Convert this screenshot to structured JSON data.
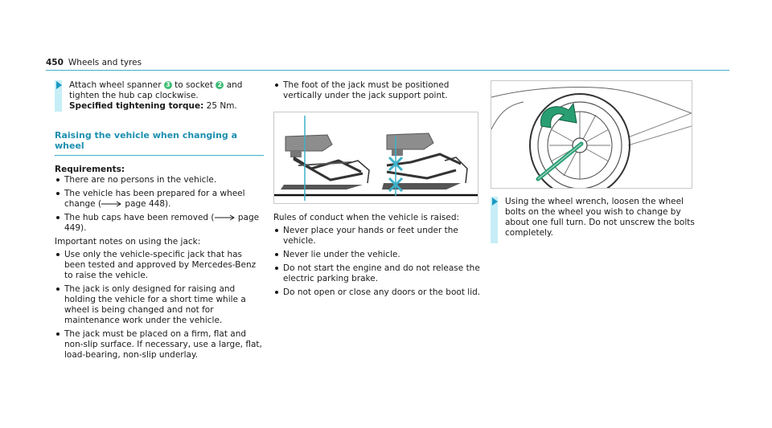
{
  "header": {
    "page_number": "450",
    "section": "Wheels and tyres"
  },
  "col1": {
    "step1": {
      "part1": "Attach wheel spanner ",
      "badge_a": "3",
      "part2": " to socket ",
      "badge_b": "2",
      "part3": " and tighten the hub cap clockwise.",
      "torque_label": "Specified tightening torque:",
      "torque_value": " 25 Nm."
    },
    "section_title": "Raising the vehicle when changing a wheel",
    "requirements_title": "Requirements:",
    "requirements": [
      "There are no persons in the vehicle.",
      "The vehicle has been prepared for a wheel change (",
      "The hub caps have been removed ("
    ],
    "req_page_refs": [
      "page 448).",
      "page 449)."
    ],
    "notes_title": "Important notes on using the jack:",
    "notes": [
      "Use only the vehicle-specific jack that has been tested and approved by Mercedes-Benz to raise the vehicle.",
      "The jack is only designed for raising and holding the vehicle for a short time while a wheel is being changed and not for maintenance work under the vehicle.",
      "The jack must be placed on a firm, flat and non-slip surface. If necessary, use a large, flat, load-bearing, non-slip underlay."
    ]
  },
  "col2": {
    "top_bullet": "The foot of the jack must be positioned vertically under the jack support point.",
    "rules_title": "Rules of conduct when the vehicle is raised:",
    "rules": [
      "Never place your hands or feet under the vehicle.",
      "Never lie under the vehicle.",
      "Do not start the engine and do not release the electric parking brake.",
      "Do not open or close any doors or the boot lid."
    ]
  },
  "col3": {
    "step": "Using the wheel wrench, loosen the wheel bolts on the wheel you wish to change by about one full turn. Do not unscrew the bolts completely."
  },
  "colors": {
    "accent": "#3cb1c9",
    "step_bar": "#c6eef6",
    "arrow": "#1c9ac4",
    "badge": "#3dbd74",
    "wrench_green": "#2a9e73"
  }
}
